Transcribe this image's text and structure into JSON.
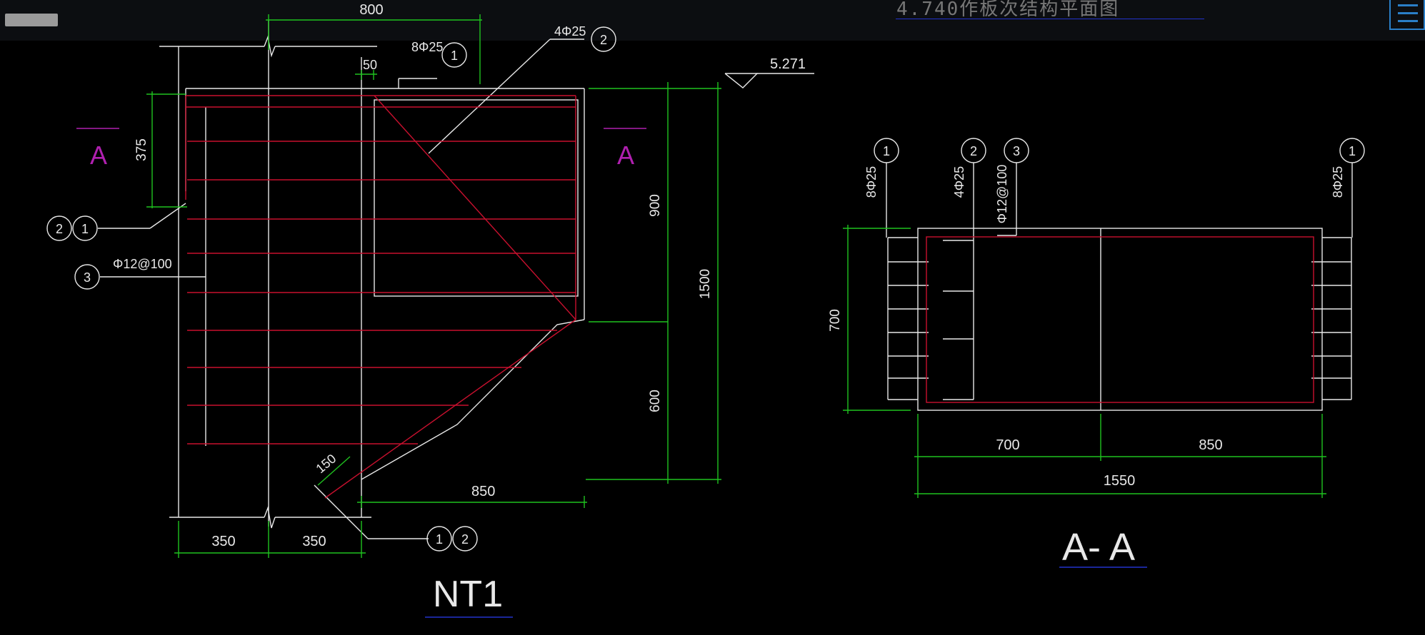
{
  "window": {
    "title_partial": "4.740作板次结构平面图"
  },
  "icons": {
    "menu": "hamburger-menu-icon"
  },
  "colors": {
    "white": "#e8e8e8",
    "red": "#c8102e",
    "green": "#1fc21f",
    "magenta": "#b020b0",
    "blue": "#2233cc"
  },
  "plan": {
    "title": "NT1",
    "dims": {
      "top": "800",
      "cover": "50",
      "left_height": "375",
      "upper": "900",
      "lower": "600",
      "total": "1500",
      "bottom_width": "850",
      "chamfer": "150",
      "base_left": "350",
      "base_right": "350"
    },
    "elevation": "5.271",
    "section_mark": "A",
    "labels": {
      "bar1": "8Φ25",
      "bar2": "4Φ25",
      "stirrup": "Φ12@100"
    },
    "balloons": {
      "b1": "1",
      "b2": "2",
      "b3": "3"
    }
  },
  "section": {
    "title": "A- A",
    "dims": {
      "height": "700",
      "w1": "700",
      "w2": "850",
      "total": "1550"
    },
    "labels": {
      "left": "8Φ25",
      "mid": "4Φ25",
      "stirrup": "Φ12@100",
      "right": "8Φ25"
    },
    "balloons": {
      "b1": "1",
      "b2": "2",
      "b3": "3",
      "b4": "1"
    }
  }
}
